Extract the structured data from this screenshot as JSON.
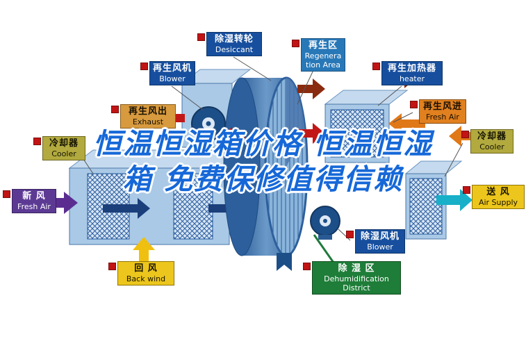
{
  "watermark": {
    "line1": "恒温恒湿箱价格 恒温恒湿",
    "line2": "箱 免费保修值得信赖",
    "text_color": "#1668d8",
    "outline_color": "#ffffff"
  },
  "labels": {
    "regen_blower": {
      "zh": "再生风机",
      "en": "Blower"
    },
    "desiccant_wheel": {
      "zh": "除湿转轮",
      "en": "Desiccant"
    },
    "regeneration_area": {
      "zh": "再生区",
      "en": "Regeneration Area"
    },
    "regen_heater": {
      "zh": "再生加热器",
      "en": "heater"
    },
    "exhaust": {
      "zh": "再生风出",
      "en": "Exhaust"
    },
    "regen_fresh_air": {
      "zh": "再生风进",
      "en": "Fresh Air"
    },
    "cooler_left": {
      "zh": "冷却器",
      "en": "Cooler"
    },
    "cooler_right": {
      "zh": "冷却器",
      "en": "Cooler"
    },
    "fresh_air": {
      "zh": "新 风",
      "en": "Fresh Air"
    },
    "air_supply": {
      "zh": "送 风",
      "en": "Air Supply"
    },
    "back_wind": {
      "zh": "回  风",
      "en": "Back wind"
    },
    "dehumid_blower": {
      "zh": "除湿风机",
      "en": "Blower"
    },
    "dehumid_district": {
      "zh": "除  湿  区",
      "en": "Dehumidification District"
    }
  },
  "icons": {
    "marker": "red-square-bullet",
    "fan": "blue-swirl-circle",
    "wheel": "hatched-desiccant-rotor",
    "ribbon": "blue-flag-ribbon"
  },
  "colors": {
    "arrow_red": "#c21717",
    "arrow_maroon": "#8a2a0e",
    "arrow_orange": "#e07818",
    "arrow_yellow": "#f0c010",
    "arrow_purple": "#5b2d91",
    "arrow_cyan": "#17b0c8",
    "arrow_navy": "#1b3f7a",
    "box_blue": "#174f9e",
    "box_steel": "#2878b8",
    "box_tan": "#d79a3e",
    "box_orange": "#e0801f",
    "box_olive": "#b2aa3f",
    "box_purple": "#5c3a94",
    "box_yellow": "#ecc61c",
    "box_green": "#1e7d38",
    "cylinder_blue": "#4a78ad",
    "hatch_blue": "#2a5ca0"
  }
}
